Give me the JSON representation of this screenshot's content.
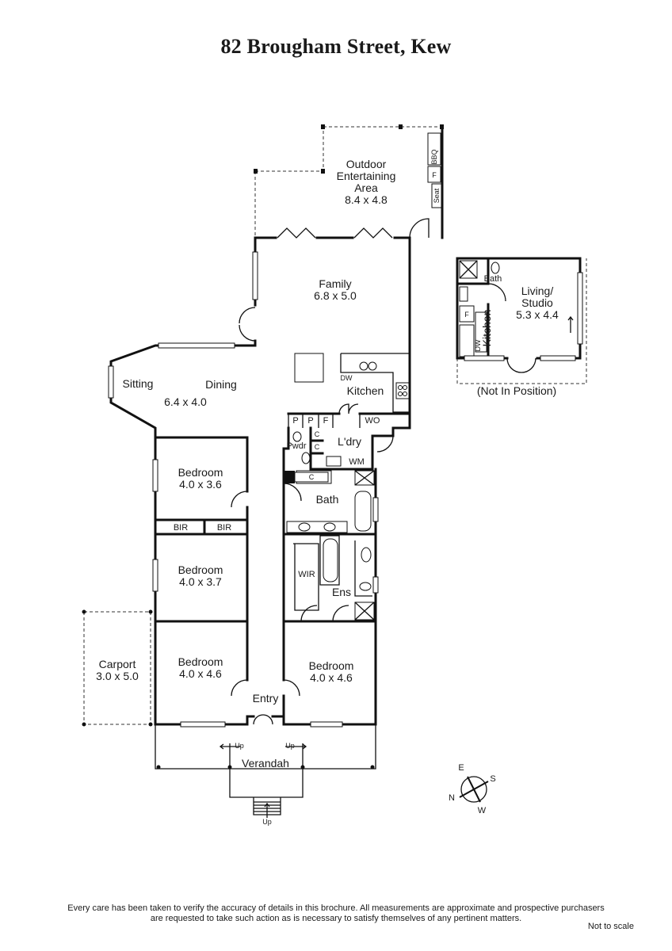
{
  "title": "82 Brougham Street, Kew",
  "rooms": {
    "outdoor_line1": "Outdoor",
    "outdoor_line2": "Entertaining",
    "outdoor_line3": "Area",
    "outdoor_dims": "8.4 x 4.8",
    "family_name": "Family",
    "family_dims": "6.8 x 5.0",
    "sitting": "Sitting",
    "dining": "Dining",
    "dining_dims": "6.4 x 4.0",
    "kitchen": "Kitchen",
    "laundry": "L'dry",
    "powder": "Pwdr",
    "bath": "Bath",
    "wir": "WIR",
    "ensuite": "Ens",
    "bed1_name": "Bedroom",
    "bed1_dims": "4.0 x 3.6",
    "bed2_name": "Bedroom",
    "bed2_dims": "4.0 x 3.7",
    "bed3_name": "Bedroom",
    "bed3_dims": "4.0 x 4.6",
    "bed4_name": "Bedroom",
    "bed4_dims": "4.0 x 4.6",
    "carport_name": "Carport",
    "carport_dims": "3.0 x 5.0",
    "entry": "Entry",
    "verandah": "Verandah",
    "studio_line1": "Living/",
    "studio_line2": "Studio",
    "studio_dims": "5.3 x 4.4",
    "studio_bath": "Bath",
    "studio_kitchen": "Kitchen",
    "studio_note": "(Not In Position)"
  },
  "fixtures": {
    "bbq": "BBQ",
    "fridge": "F",
    "seat": "Seat",
    "dw": "DW",
    "pantry": "P",
    "wo": "WO",
    "cupboard": "C",
    "wm": "WM",
    "bir": "BIR",
    "up": "Up"
  },
  "compass": {
    "e": "E",
    "s": "S",
    "n": "N",
    "w": "W"
  },
  "disclaimer_line1": "Every care has been taken to verify the accuracy of details in this brochure.  All measurements are approximate and prospective purchasers",
  "disclaimer_line2": "are requested to take such action as is necessary to satisfy themselves of any pertinent matters.",
  "scale_note": "Not to scale"
}
